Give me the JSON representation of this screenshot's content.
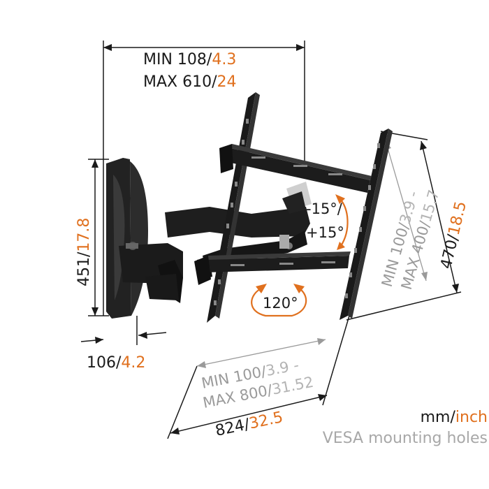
{
  "colors": {
    "metric": "#1a1a1a",
    "imperial": "#e0701e",
    "vesa_metric": "#9a9a9a",
    "vesa_imperial": "#b4b4b4",
    "mount": "#141414",
    "dimension_line": "#1a1a1a",
    "rotation_arrow": "#e0701e"
  },
  "dimensions": {
    "extension": {
      "min_mm": "MIN 108/",
      "min_in": "4.3",
      "max_mm": "MAX 610/",
      "max_in": "24"
    },
    "wall_plate_height": {
      "mm": "451/",
      "in": "17.8"
    },
    "depth": {
      "mm": "106/",
      "in": "4.2"
    },
    "tilt": {
      "up": "-15°/",
      "down": "+15°"
    },
    "swivel": {
      "value": "120°"
    },
    "vesa_vertical": {
      "min_mm": "MIN 100/",
      "min_in": "3.9 -",
      "max_mm": "MAX 400/",
      "max_in": "15.7"
    },
    "bracket_height": {
      "mm": "470/",
      "in": "18.5"
    },
    "vesa_horizontal": {
      "min_mm": "MIN 100/",
      "min_in": "3.9 -",
      "max_mm": "MAX 800/",
      "max_in": "31.52"
    },
    "bracket_width": {
      "mm": "824/",
      "in": "32.5"
    }
  },
  "legend": {
    "units_metric": "mm/",
    "units_imperial": "inch",
    "vesa_note": "VESA mounting holes"
  }
}
